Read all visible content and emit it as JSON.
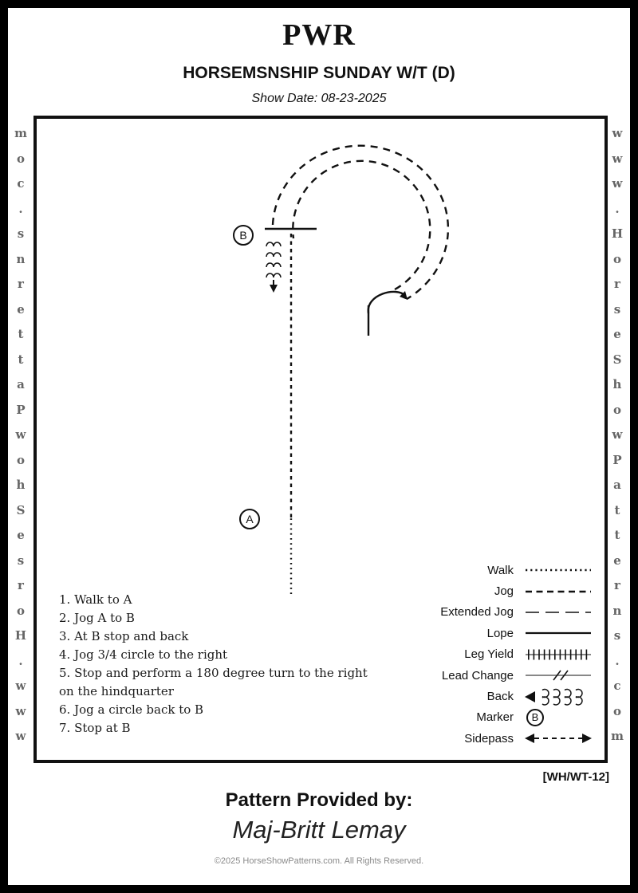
{
  "header": {
    "title": "PWR",
    "subtitle": "HORSEMSNSHIP SUNDAY W/T (D)",
    "show_date": "Show Date: 08-23-2025"
  },
  "watermark": {
    "text": "www.HorseShowPatterns.com"
  },
  "markers": {
    "a": "A",
    "b": "B"
  },
  "instructions": [
    "1. Walk to A",
    "2. Jog A to B",
    "3. At B stop and back",
    "4. Jog 3/4 circle to the right",
    "5. Stop and perform a 180 degree turn to the right on the hindquarter",
    "6. Jog a circle back to B",
    "7. Stop at B"
  ],
  "legend": [
    {
      "label": "Walk",
      "style": "dotted"
    },
    {
      "label": "Jog",
      "style": "dashed"
    },
    {
      "label": "Extended Jog",
      "style": "long-dash"
    },
    {
      "label": "Lope",
      "style": "solid"
    },
    {
      "label": "Leg Yield",
      "style": "hatched"
    },
    {
      "label": "Lead Change",
      "style": "double-slash"
    },
    {
      "label": "Back",
      "style": "back-arrow"
    },
    {
      "label": "Marker",
      "style": "circled-letter",
      "marker_label": "B"
    },
    {
      "label": "Sidepass",
      "style": "double-headed-dashed-arrow"
    }
  ],
  "footer": {
    "pattern_code": "[WH/WT-12]",
    "provided_by_label": "Pattern Provided by:",
    "provided_by_name": "Maj-Britt Lemay",
    "copyright": "©2025 HorseShowPatterns.com. All Rights Reserved."
  },
  "colors": {
    "ink": "#111111",
    "watermark": "#666666",
    "copyright": "#8a8a8a"
  }
}
